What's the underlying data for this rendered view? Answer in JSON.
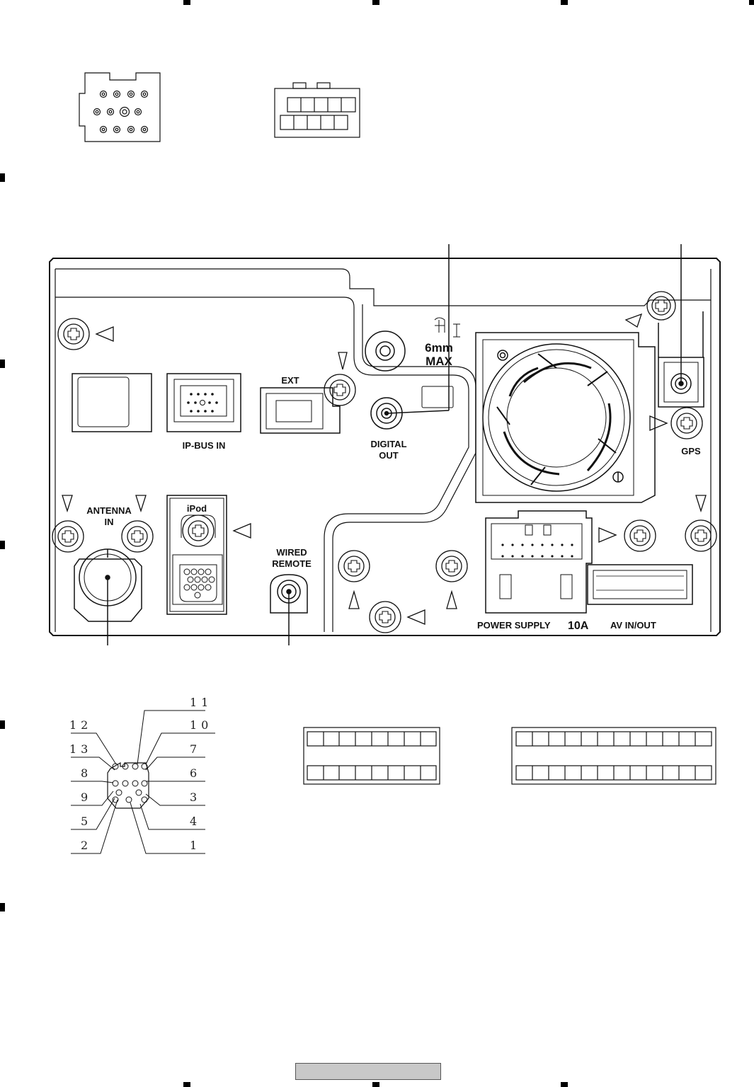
{
  "labels": {
    "ext": "EXT",
    "ip_bus": "IP-BUS  IN",
    "digital_out_1": "DIGITAL",
    "digital_out_2": "OUT",
    "max_1": "6mm",
    "max_2": "MAX",
    "gps": "GPS",
    "antenna_1": "ANTENNA",
    "antenna_2": "IN",
    "ipod": "iPod",
    "wired_1": "WIRED",
    "wired_2": "REMOTE",
    "power_supply": "POWER  SUPPLY",
    "power_amp": "10A",
    "av_inout": "AV  IN/OUT"
  },
  "ipod_pins": [
    "11",
    "12",
    "10",
    "13",
    "7",
    "8",
    "6",
    "9",
    "3",
    "5",
    "4",
    "2",
    "1"
  ],
  "colors": {
    "line": "#111111",
    "footer_fill": "#c8c8c8"
  }
}
